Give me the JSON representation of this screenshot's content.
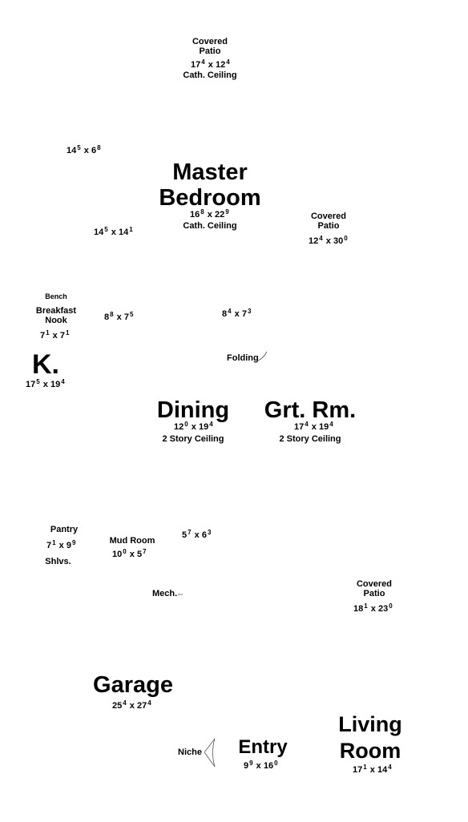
{
  "rooms": {
    "covered_patio_top": {
      "name1": "Covered",
      "name2": "Patio",
      "dim_a": "17",
      "dim_a_sup": "4",
      "dim_b": "12",
      "dim_b_sup": "4",
      "note": "Cath. Ceiling"
    },
    "small_room_top_left": {
      "dim_a": "14",
      "dim_a_sup": "5",
      "dim_b": "6",
      "dim_b_sup": "8"
    },
    "master_bedroom": {
      "name1": "Master",
      "name2": "Bedroom",
      "dim_a": "16",
      "dim_a_sup": "8",
      "dim_b": "22",
      "dim_b_sup": "9",
      "note": "Cath. Ceiling"
    },
    "covered_patio_right": {
      "name1": "Covered",
      "name2": "Patio",
      "dim_a": "12",
      "dim_a_sup": "4",
      "dim_b": "30",
      "dim_b_sup": "0"
    },
    "room_left_mid": {
      "dim_a": "14",
      "dim_a_sup": "5",
      "dim_b": "14",
      "dim_b_sup": "1"
    },
    "breakfast_nook": {
      "bench": "Bench",
      "name1": "Breakfast",
      "name2": "Nook",
      "dim_a": "7",
      "dim_a_sup": "1",
      "dim_b": "7",
      "dim_b_sup": "1"
    },
    "closet_a": {
      "dim_a": "8",
      "dim_a_sup": "8",
      "dim_b": "7",
      "dim_b_sup": "5"
    },
    "closet_b": {
      "dim_a": "8",
      "dim_a_sup": "4",
      "dim_b": "7",
      "dim_b_sup": "3"
    },
    "folding": {
      "name": "Folding"
    },
    "kitchen": {
      "name": "K.",
      "dim_a": "17",
      "dim_a_sup": "5",
      "dim_b": "19",
      "dim_b_sup": "4"
    },
    "dining": {
      "name": "Dining",
      "dim_a": "12",
      "dim_a_sup": "0",
      "dim_b": "19",
      "dim_b_sup": "4",
      "note": "2 Story Ceiling"
    },
    "great_room": {
      "name": "Grt. Rm.",
      "dim_a": "17",
      "dim_a_sup": "4",
      "dim_b": "19",
      "dim_b_sup": "4",
      "note": "2 Story Ceiling"
    },
    "pantry": {
      "name": "Pantry",
      "dim_a": "7",
      "dim_a_sup": "1",
      "dim_b": "9",
      "dim_b_sup": "9",
      "note": "Shlvs."
    },
    "mud_room": {
      "name": "Mud Room",
      "dim_a": "10",
      "dim_a_sup": "0",
      "dim_b": "5",
      "dim_b_sup": "7"
    },
    "small_room_mid": {
      "dim_a": "5",
      "dim_a_sup": "7",
      "dim_b": "6",
      "dim_b_sup": "3"
    },
    "mech": {
      "name": "Mech."
    },
    "covered_patio_bottom": {
      "name1": "Covered",
      "name2": "Patio",
      "dim_a": "18",
      "dim_a_sup": "1",
      "dim_b": "23",
      "dim_b_sup": "0"
    },
    "garage": {
      "name": "Garage",
      "dim_a": "25",
      "dim_a_sup": "4",
      "dim_b": "27",
      "dim_b_sup": "4"
    },
    "niche": {
      "name": "Niche"
    },
    "entry": {
      "name": "Entry",
      "dim_a": "9",
      "dim_a_sup": "9",
      "dim_b": "16",
      "dim_b_sup": "0"
    },
    "living_room": {
      "name1": "Living",
      "name2": "Room",
      "dim_a": "17",
      "dim_a_sup": "1",
      "dim_b": "14",
      "dim_b_sup": "4"
    }
  },
  "dim_separator": "x"
}
